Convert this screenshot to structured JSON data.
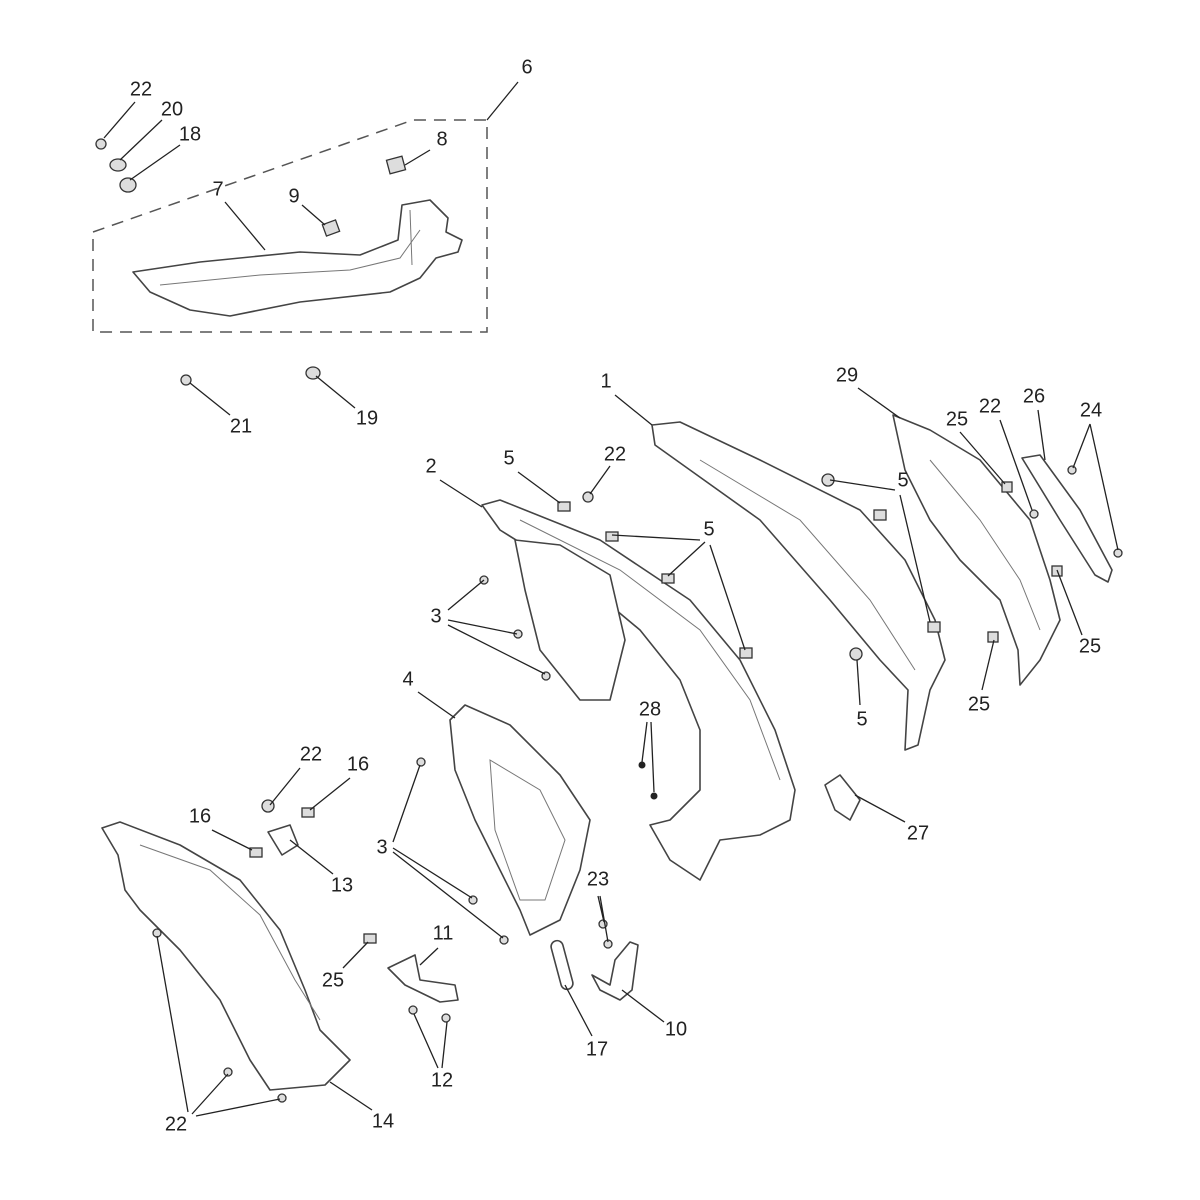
{
  "diagram": {
    "type": "exploded-parts-diagram"
  },
  "callouts": [
    "6",
    "22",
    "20",
    "18",
    "8",
    "9",
    "7",
    "21",
    "19",
    "1",
    "29",
    "25",
    "22",
    "26",
    "24",
    "2",
    "5",
    "22",
    "5",
    "5",
    "3",
    "25",
    "25",
    "5",
    "4",
    "28",
    "22",
    "16",
    "16",
    "3",
    "13",
    "27",
    "23",
    "11",
    "25",
    "10",
    "17",
    "12",
    "22",
    "14"
  ]
}
